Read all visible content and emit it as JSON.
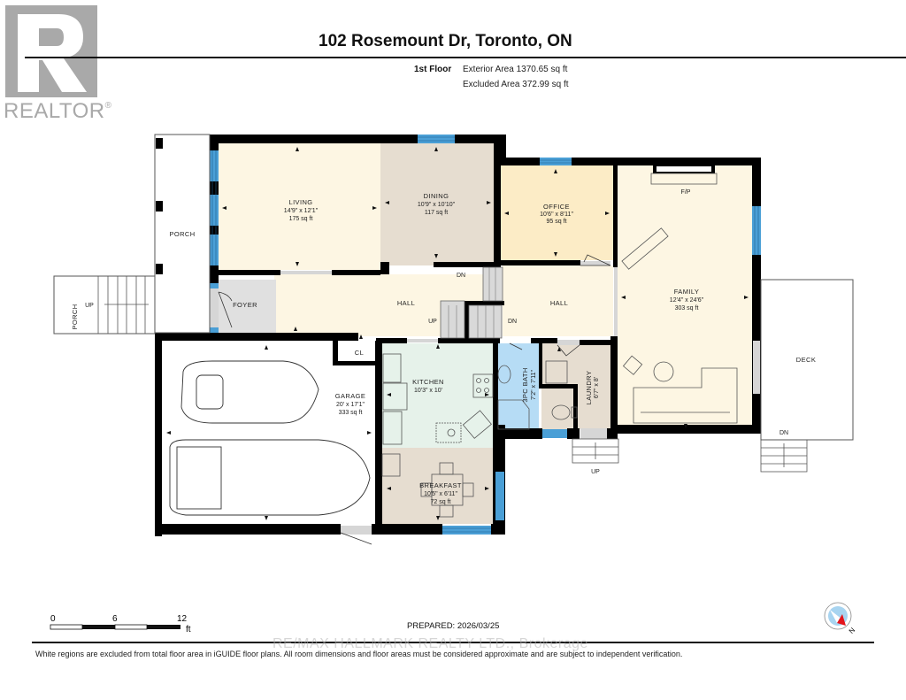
{
  "header": {
    "logo_text": "REALTOR",
    "logo_mark": "®",
    "title": "102 Rosemount Dr, Toronto, ON",
    "floor_label": "1st Floor",
    "exterior_area": "Exterior Area 1370.65 sq ft",
    "excluded_area": "Excluded Area 372.99 sq ft"
  },
  "colors": {
    "wall": "#000000",
    "window": "#4a9fd6",
    "living": "#fdf6e3",
    "dining": "#e6ddd0",
    "office": "#fcecc6",
    "family": "#fdf6e3",
    "hall": "#fdf6e3",
    "foyer": "#e0e0e0",
    "kitchen": "#e6f2ea",
    "breakfast": "#e6ddd0",
    "bath": "#b6dcf5",
    "laundry": "#e6ddd0",
    "closet": "#e6ddd0",
    "door_gray": "#d6d6d6",
    "compass_blue": "#a8d4f0",
    "compass_red": "#e3141b"
  },
  "rooms": {
    "porch_main": {
      "name": "PORCH"
    },
    "porch_steps": {
      "name": "PORCH",
      "stair": "UP"
    },
    "living": {
      "name": "LIVING",
      "dims": "14'9\" x 12'1\"",
      "area": "175 sq ft"
    },
    "dining": {
      "name": "DINING",
      "dims": "10'9\" x 10'10\"",
      "area": "117 sq ft"
    },
    "office": {
      "name": "OFFICE",
      "dims": "10'6\" x 8'11\"",
      "area": "95 sq ft"
    },
    "family": {
      "name": "FAMILY",
      "dims": "12'4\" x 24'6\"",
      "area": "303 sq ft",
      "fireplace": "F/P"
    },
    "foyer": {
      "name": "FOYER"
    },
    "hall_west": {
      "name": "HALL",
      "stair_dn": "DN",
      "stair_up": "UP"
    },
    "hall_east": {
      "name": "HALL",
      "stair_dn": "DN"
    },
    "closet": {
      "name": "CL"
    },
    "garage": {
      "name": "GARAGE",
      "dims": "20' x 17'1\"",
      "area": "333 sq ft"
    },
    "kitchen": {
      "name": "KITCHEN",
      "dims": "10'3\" x 10'"
    },
    "breakfast": {
      "name": "BREAKFAST",
      "dims": "10'5\" x 6'11\"",
      "area": "72 sq ft"
    },
    "bath": {
      "name": "3PC BATH",
      "dims": "7'2\" x 7'11\""
    },
    "laundry": {
      "name": "LAUNDRY",
      "dims": "6'7\" x 8'"
    },
    "deck": {
      "name": "DECK",
      "stair": "DN"
    },
    "rear_steps": {
      "stair": "UP"
    }
  },
  "scale": {
    "ticks": [
      "0",
      "6",
      "12"
    ],
    "unit": "ft"
  },
  "footer": {
    "prepared": "PREPARED: 2026/03/25",
    "watermark": "RE/MAX HALLMARK REALTY LTD., Brokerage",
    "disclaimer": "White regions are excluded from total floor area in iGUIDE floor plans. All room dimensions and floor areas must be considered approximate and are subject to independent verification.",
    "compass_label": "N"
  }
}
